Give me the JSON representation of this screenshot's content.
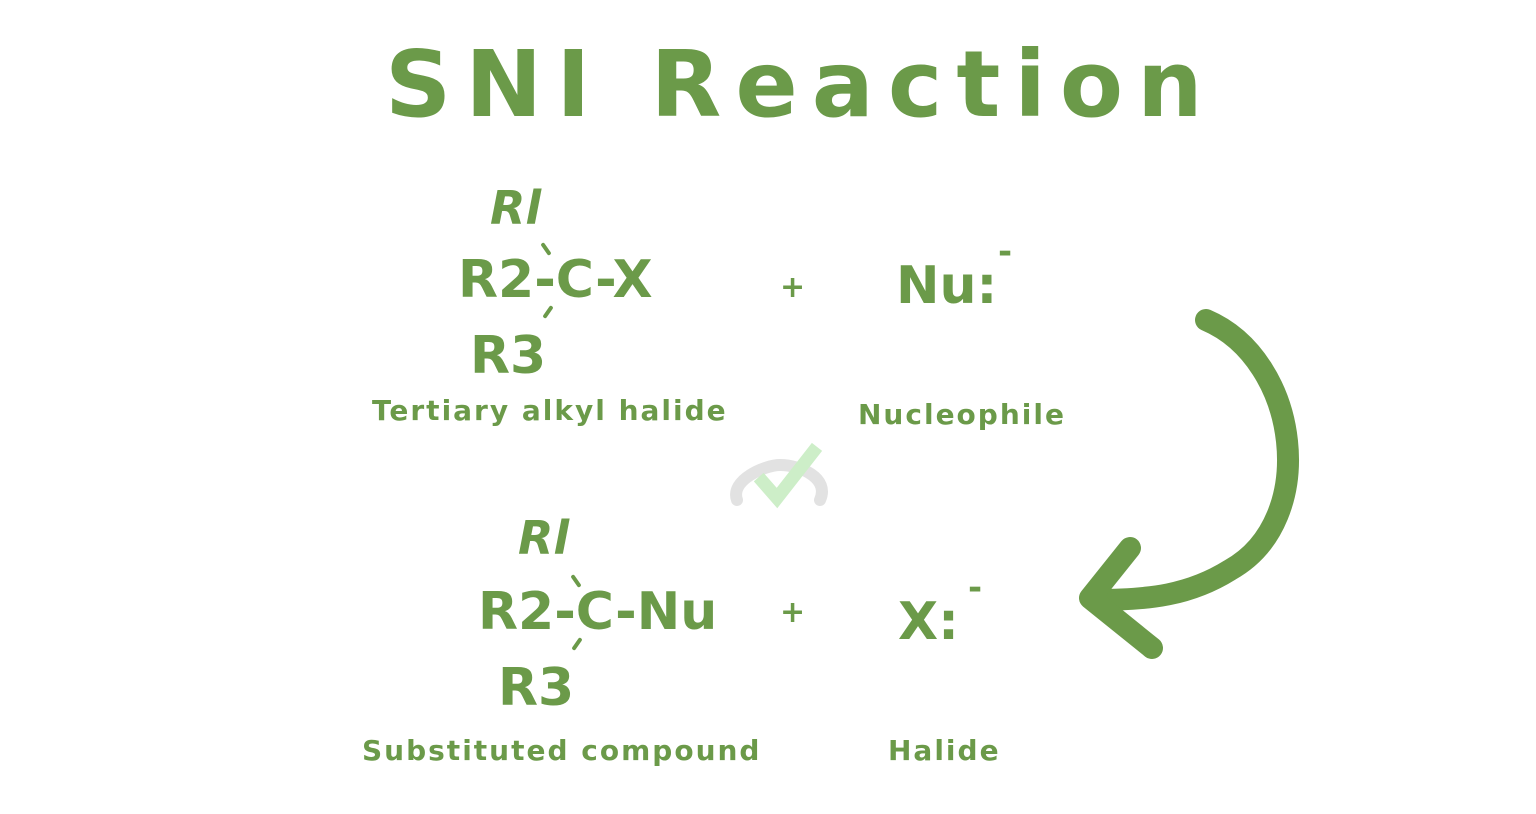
{
  "title": "SNI Reaction",
  "colors": {
    "primary_green": "#6b9a49",
    "background": "#ffffff",
    "watermark_green": "#cdeec8",
    "watermark_gray": "#e2e2e2"
  },
  "reactants": {
    "substrate": {
      "top_group": "Rl",
      "middle_row": "R2-C-X",
      "bottom_group": "R3",
      "label": "Tertiary alkyl halide"
    },
    "plus": "+",
    "nucleophile": {
      "formula": "Nu:",
      "charge": "-",
      "label": "Nucleophile"
    }
  },
  "products": {
    "product": {
      "top_group": "Rl",
      "middle_row": "R2-C-Nu",
      "bottom_group": "R3",
      "label": "Substituted compound"
    },
    "plus": "+",
    "leaving_group": {
      "formula": "X:",
      "charge": "-",
      "label": "Halide"
    }
  },
  "arrow": {
    "icon": "curved-arrow-icon",
    "direction": "reactants-to-products"
  },
  "watermark": {
    "icon": "checkmark-watermark-icon"
  }
}
